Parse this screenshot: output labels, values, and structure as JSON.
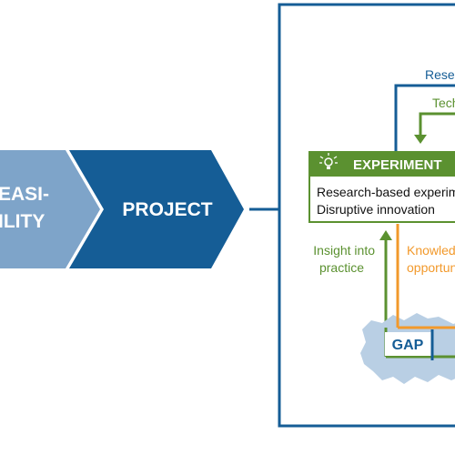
{
  "stages": {
    "feasibility_line1": "EASI-",
    "feasibility_line2": "ILITY",
    "project": "PROJECT"
  },
  "experiment": {
    "title": "EXPERIMENT",
    "line1": "Research-based experim",
    "line2": "Disruptive innovation"
  },
  "labels": {
    "research": "Rese",
    "tech": "Tech",
    "insight_line1": "Insight into",
    "insight_line2": "practice",
    "knowledge_line1": "Knowled",
    "knowledge_line2": "opportun",
    "gap": "GAP"
  },
  "colors": {
    "light_blue": "#7ea4c9",
    "dark_blue": "#155d96",
    "green": "#5b9130",
    "orange": "#f2992b",
    "gap_fill": "#b9cfe4"
  }
}
